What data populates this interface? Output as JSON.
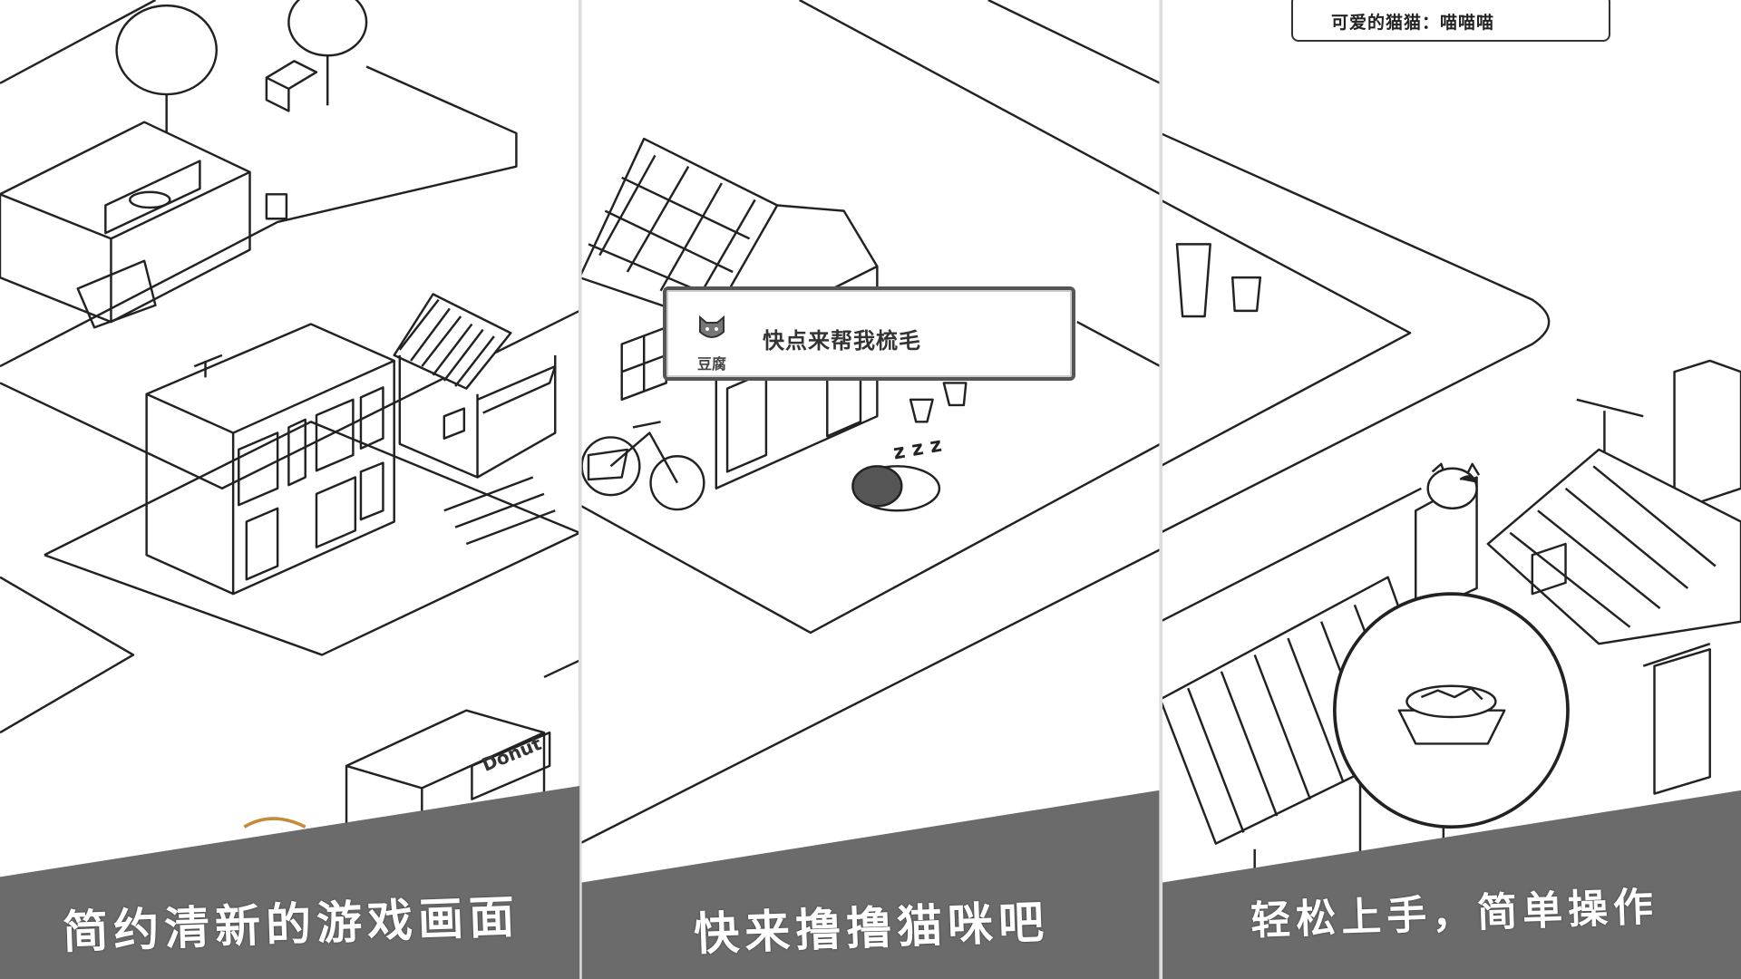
{
  "panels": [
    {
      "caption": "简约清新的游戏画面",
      "shop_sign": "Donut"
    },
    {
      "caption": "快来撸撸猫咪吧",
      "dialog": {
        "speaker": "豆腐",
        "message": "快点来帮我梳毛"
      },
      "sleep_text": "z z z"
    },
    {
      "caption": "轻松上手，简单操作",
      "speech_bubble": "可爱的猫猫：喵喵喵"
    }
  ],
  "colors": {
    "band": "#6b6b6b",
    "line": "#222222",
    "background": "#ffffff"
  }
}
